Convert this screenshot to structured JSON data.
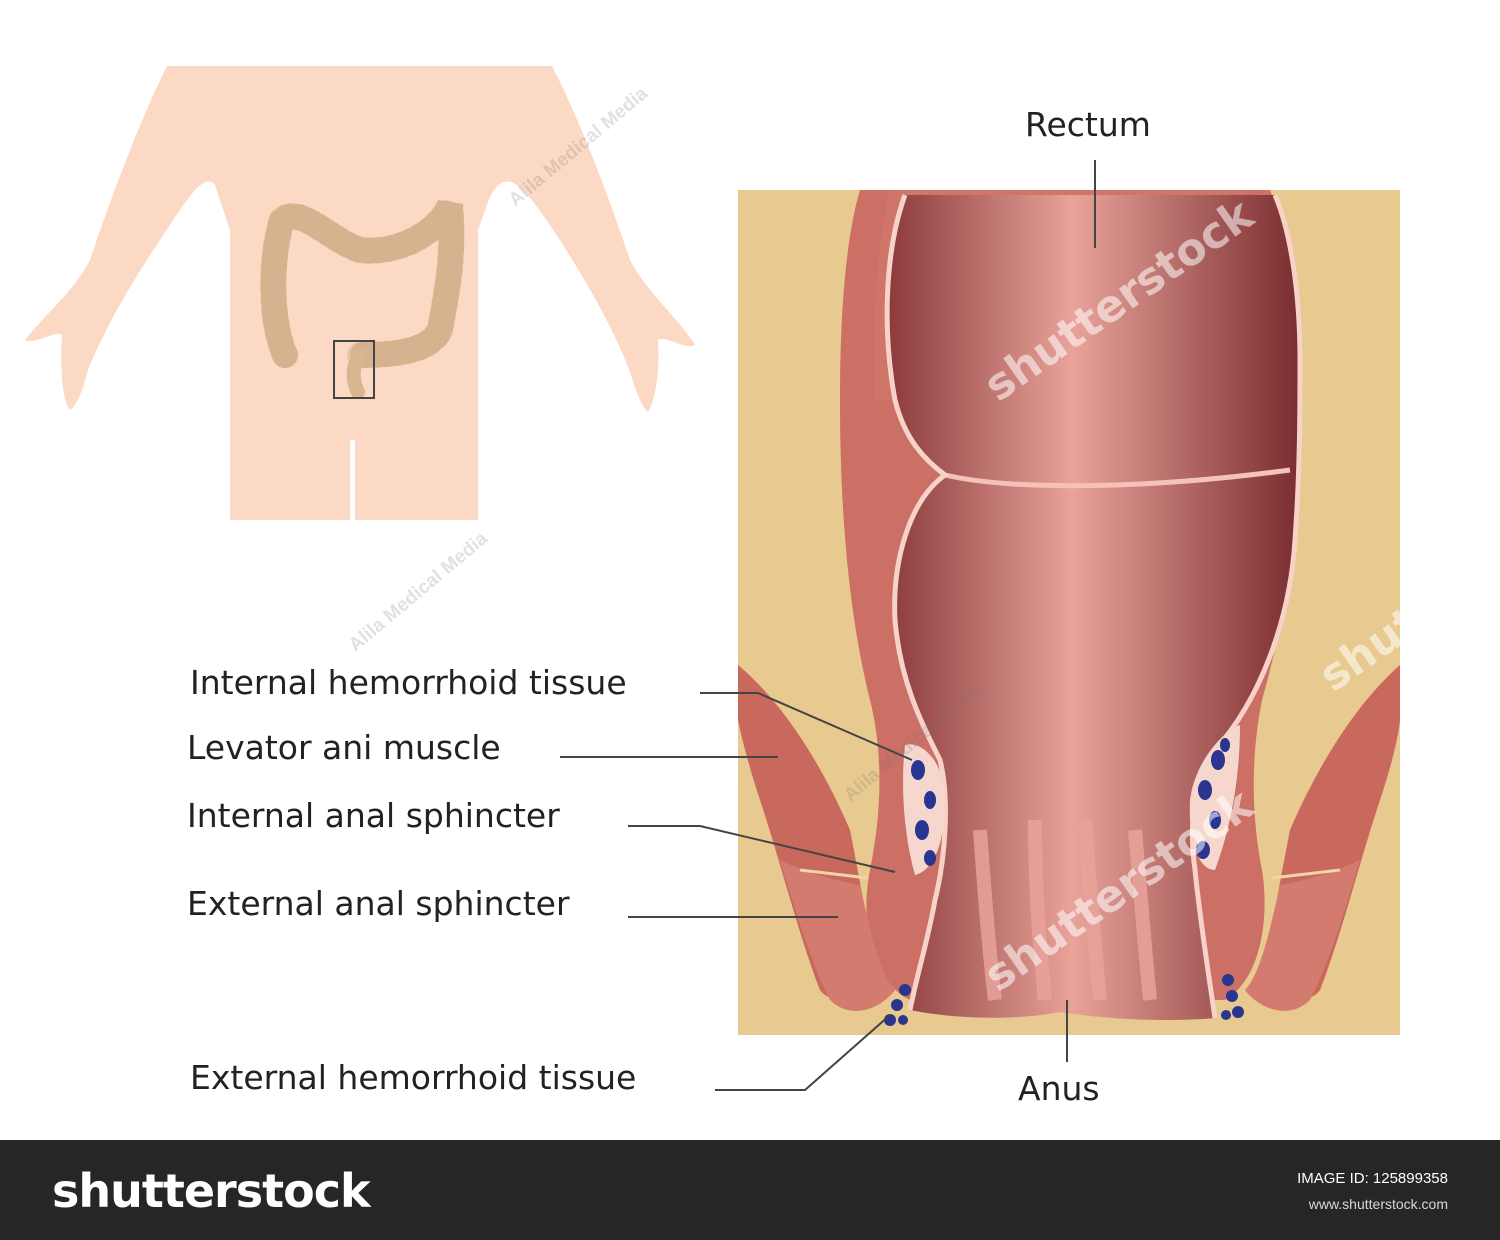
{
  "labels": {
    "rectum": "Rectum",
    "internal_hemorrhoid": "Internal hemorrhoid tissue",
    "levator_ani": "Levator ani muscle",
    "internal_sphincter": "Internal anal sphincter",
    "external_sphincter": "External anal sphincter",
    "external_hemorrhoid": "External hemorrhoid tissue",
    "anus": "Anus"
  },
  "watermark": {
    "brand": "shutterstock",
    "artist": "Alila Medical Media"
  },
  "footer": {
    "logo": "shutterstock",
    "image_id": "IMAGE ID: 125899358",
    "url": "www.shutterstock.com"
  },
  "colors": {
    "skin": "#fbd9c4",
    "fat": "#e8c98f",
    "muscle": "#cc6f64",
    "rectum": "#b8544f",
    "hemorrhoid": "#2a3590",
    "footer_bg": "#262626"
  }
}
